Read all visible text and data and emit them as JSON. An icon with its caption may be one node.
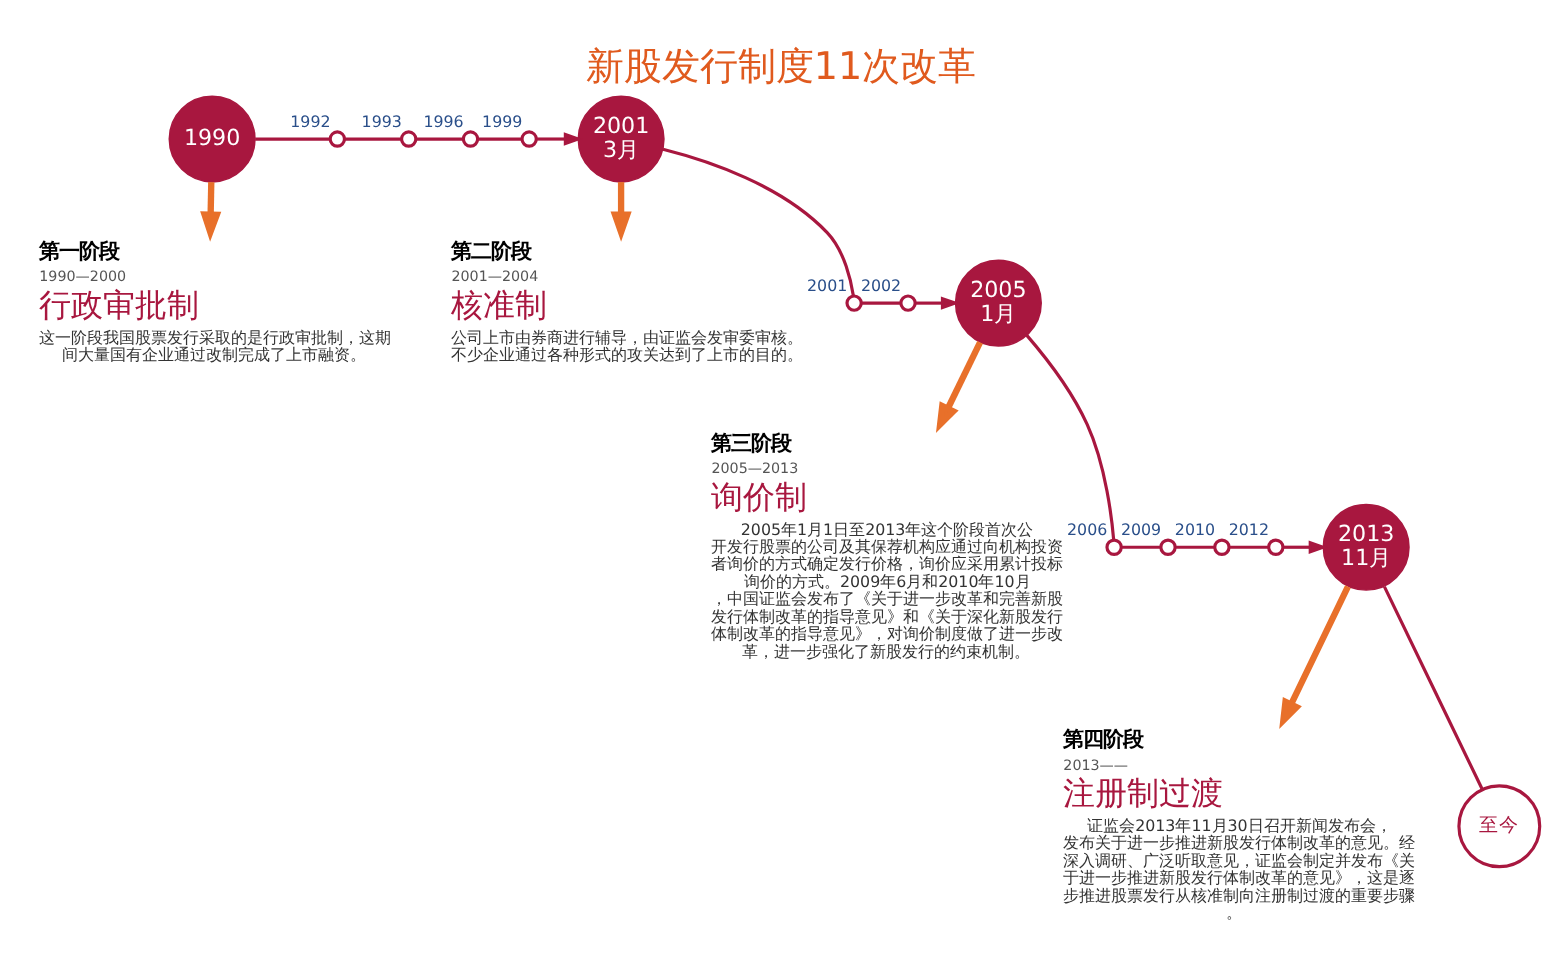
{
  "diagram": {
    "title": "新股发行制度11次改革",
    "nodes": [
      {
        "text": [
          "1990"
        ]
      },
      {
        "text": [
          "第一阶段",
          "1990—2000",
          "行政审批制",
          "这一阶段我国股票发行采取的是行政审批制，这期间大量国有企业通过改制完成了上市融资。"
        ]
      },
      {
        "text": [],
        "shape": "circle",
        "beside": [
          "1992"
        ]
      },
      {
        "text": [],
        "shape": "circle",
        "beside": [
          "1993"
        ]
      },
      {
        "text": [],
        "shape": "circle",
        "beside": [
          "1996"
        ]
      },
      {
        "text": [],
        "shape": "circle",
        "beside": [
          "1999"
        ]
      },
      {
        "text": [
          "2001",
          "3月"
        ]
      },
      {
        "text": [
          "第二阶段",
          "2001—2004",
          "核准制",
          "公司上市由券商进行辅导，由证监会发审委审核。不少企业通过各种形式的攻关达到了上市的目的。"
        ]
      },
      {
        "text": [],
        "shape": "circle",
        "beside": [
          "2001"
        ]
      },
      {
        "text": [],
        "shape": "circle",
        "beside": [
          "2002"
        ]
      },
      {
        "text": [
          "2005",
          "1月"
        ]
      },
      {
        "text": [
          "第三阶段",
          "2005—2013",
          "询价制",
          "2005年1月1日至2013年这个阶段首次公开发行股票的公司及其保荐机构应通过向机构投资者询价的方式确定发行价格，询价应采用累计投标询价的方式。2009年6月和2010年10月，中国证监会发布了《关于进一步改革和完善新股发行体制改革的指导意见》和《关于深化新股发行体制改革的指导意见》，对询价制度做了进一步改革，进一步强化了新股发行的约束机制。"
        ]
      },
      {
        "text": [],
        "shape": "circle",
        "beside": [
          "2006"
        ]
      },
      {
        "text": [],
        "shape": "circle",
        "beside": [
          "2009"
        ]
      },
      {
        "text": [],
        "shape": "circle",
        "beside": [
          "2010"
        ]
      },
      {
        "text": [],
        "shape": "circle",
        "beside": [
          "2012"
        ]
      },
      {
        "text": [
          "2013",
          "11月"
        ]
      },
      {
        "text": [
          "第四阶段",
          "2013——",
          "注册制过渡",
          "证监会2013年11月30日召开新闻发布会，发布关于进一步推进新股发行体制改革的意见。经深入调研、广泛听取意见，证监会制定并发布《关于进一步推进新股发行体制改革的意见》，这是逐步推进股票发行从核准制向注册制过渡的重要步骤。"
        ]
      },
      {
        "text": [
          "至今"
        ]
      }
    ],
    "edges": [
      {
        "from": 0,
        "to": 2,
        "arrow": "none"
      },
      {
        "from": 2,
        "to": 3,
        "arrow": "none"
      },
      {
        "from": 3,
        "to": 4,
        "arrow": "none"
      },
      {
        "from": 4,
        "to": 5,
        "arrow": "none"
      },
      {
        "from": 5,
        "to": 6,
        "arrow": "to"
      },
      {
        "from": 0,
        "to": 1,
        "arrow": "to",
        "style": "thick",
        "color": "#e8702a"
      },
      {
        "from": 6,
        "to": 8,
        "arrow": "none"
      },
      {
        "from": 8,
        "to": 9,
        "arrow": "none"
      },
      {
        "from": 9,
        "to": 10,
        "arrow": "to"
      },
      {
        "from": 6,
        "to": 7,
        "arrow": "to",
        "style": "thick",
        "color": "#e8702a"
      },
      {
        "from": 10,
        "to": 12,
        "arrow": "none"
      },
      {
        "from": 12,
        "to": 13,
        "arrow": "none"
      },
      {
        "from": 13,
        "to": 14,
        "arrow": "none"
      },
      {
        "from": 14,
        "to": 15,
        "arrow": "none"
      },
      {
        "from": 15,
        "to": 16,
        "arrow": "to"
      },
      {
        "from": 10,
        "to": 11,
        "arrow": "to",
        "style": "thick",
        "color": "#e8702a"
      },
      {
        "from": 16,
        "to": 17,
        "arrow": "to",
        "style": "thick",
        "color": "#e8702a"
      },
      {
        "from": 16,
        "to": 18,
        "arrow": "none"
      }
    ]
  }
}
